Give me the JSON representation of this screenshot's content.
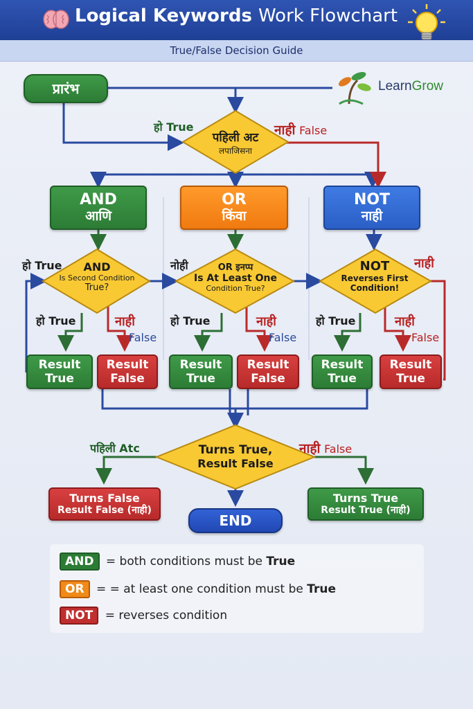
{
  "header": {
    "title_bold": "Logical Keywords",
    "title_light": "Work Flowchart",
    "subtitle": "True/False Decision Guide"
  },
  "logo": {
    "learn": "Learn",
    "grow": "Grow"
  },
  "start": {
    "label": "प्रारंभ"
  },
  "first_decision": {
    "line1": "पहिली अट",
    "line2": "लपाजिसना",
    "yes": "हो True",
    "no_mr": "नाही",
    "no_en": "False"
  },
  "columns": {
    "and": {
      "title": "AND",
      "sub": "आणि",
      "d_title": "AND",
      "d_line1": "Is Second Condition",
      "d_line2": "True?",
      "side": "हो True",
      "yes": "हो True",
      "no": "नाही",
      "no_en": "False",
      "r1": [
        "Result",
        "True"
      ],
      "r2": [
        "Result",
        "False"
      ]
    },
    "or": {
      "title": "OR",
      "sub": "किंवा",
      "d_title": "OR इनप्प",
      "d_line1": "Is At Least One",
      "d_line2": "Condition True?",
      "side": "नोही",
      "yes": "हो True",
      "no": "नाही",
      "no_en": "False",
      "r1": [
        "Result",
        "True"
      ],
      "r2": [
        "Result",
        "False"
      ]
    },
    "not": {
      "title": "NOT",
      "sub": "नाही",
      "d_title": "NOT",
      "d_line1": "Reverses First",
      "d_line2": "Condition!",
      "side": "नाही",
      "yes": "हो True",
      "no": "नाही",
      "no_en": "False",
      "r1": [
        "Result",
        "True"
      ],
      "r2": [
        "Result",
        "True"
      ]
    }
  },
  "final_decision": {
    "line1": "Turns True,",
    "line2": "Result False",
    "left": "पहिली Atc",
    "right_mr": "नाही",
    "right_en": "False"
  },
  "final_left": {
    "line1": "Turns False",
    "line2": "Result False (नाही)"
  },
  "final_right": {
    "line1": "Turns True",
    "line2": "Result True (नाही)"
  },
  "end": {
    "label": "END"
  },
  "legend": [
    {
      "tag": "AND",
      "text": "= both conditions must be",
      "emph": "True"
    },
    {
      "tag": "OR",
      "text": "= = at least one condition must be",
      "emph": "True"
    },
    {
      "tag": "NOT",
      "text": "= reverses condition",
      "emph": ""
    }
  ],
  "colors": {
    "green": "#2c7c35",
    "red": "#c02f2f",
    "blue": "#2a5fc6",
    "orange": "#f08a18",
    "diamond": "#f7c531",
    "header": "#2447a0"
  }
}
